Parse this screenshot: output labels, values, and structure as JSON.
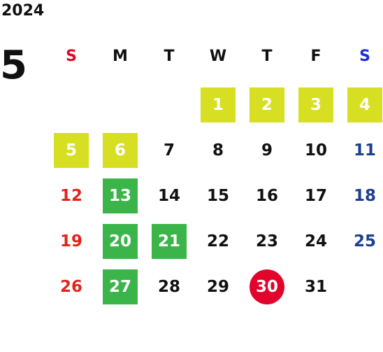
{
  "calendar": {
    "year": "2024",
    "month": "5",
    "weekdays": [
      {
        "label": "S",
        "color": "#e3061c"
      },
      {
        "label": "M",
        "color": "#111111"
      },
      {
        "label": "T",
        "color": "#111111"
      },
      {
        "label": "W",
        "color": "#111111"
      },
      {
        "label": "T",
        "color": "#111111"
      },
      {
        "label": "F",
        "color": "#111111"
      },
      {
        "label": "S",
        "color": "#1a2fd6"
      }
    ],
    "colors": {
      "yellow_highlight": "#d7df23",
      "green_highlight": "#3bb54a",
      "red_highlight": "#e3042c",
      "sunday_text": "#e0251b",
      "saturday_text": "#1d3f8f"
    },
    "weeks": [
      [
        "",
        "",
        "",
        "1",
        "2",
        "3",
        "4"
      ],
      [
        "5",
        "6",
        "7",
        "8",
        "9",
        "10",
        "11"
      ],
      [
        "12",
        "13",
        "14",
        "15",
        "16",
        "17",
        "18"
      ],
      [
        "19",
        "20",
        "21",
        "22",
        "23",
        "24",
        "25"
      ],
      [
        "26",
        "27",
        "28",
        "29",
        "30",
        "31",
        ""
      ]
    ],
    "yellow_days": [
      "1",
      "2",
      "3",
      "4",
      "5",
      "6"
    ],
    "green_days": [
      "13",
      "20",
      "21",
      "27"
    ],
    "red_days": [
      "30"
    ]
  }
}
